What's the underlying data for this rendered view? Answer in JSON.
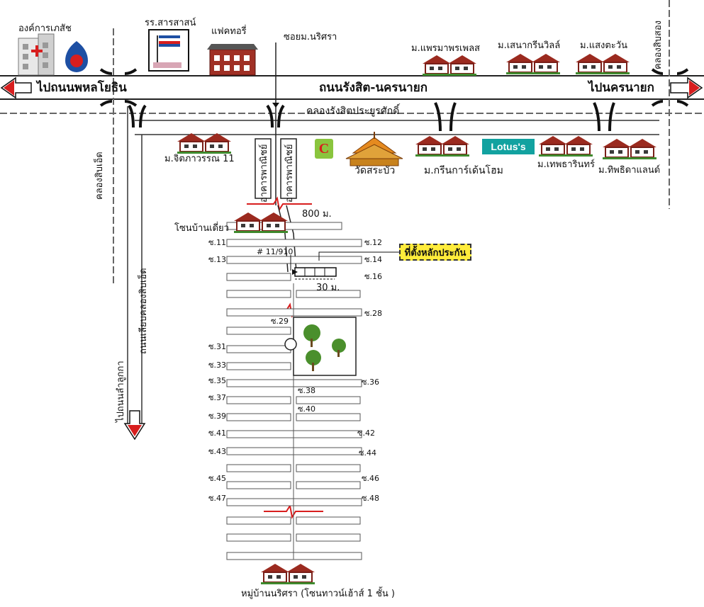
{
  "roads": {
    "main_road": "ถนนรังสิต-นครนายก",
    "to_left": "ไปถนนพหลโยธิน",
    "to_right": "ไปนครนายก",
    "canal_main": "คลองรังสิตประยูรศักดิ์",
    "soi": "ซอยม.นริศรา",
    "canal_left": "คลองสิบเอ็ด",
    "canal_right": "คลองสิบสอง",
    "parallel_road": "ถนนเลียบคลองสิบเอ็ด",
    "to_lamlukka": "ไปถนนลำลูกกา"
  },
  "places": {
    "sao": "องค์การเภสัช",
    "school": "รร.สารสาสน์",
    "factory": "แฟคทอรี่",
    "v_phraemaphon": "ม.แพรมาพรเพลส",
    "v_senagreen": "ม.เสนากรีนวิลล์",
    "v_saengtawan": "ม.แสงตะวัน",
    "v_jitpawan": "ม.จิตภาวรรณ 11",
    "bldg_commercial_1": "อาคารพาณิชย์",
    "bldg_commercial_2": "อาคารพาณิชย์",
    "temple": "วัดสระบัว",
    "v_greengarden": "ม.กรีนการ์เด้นโฮม",
    "lotus": "Lotus's",
    "v_thepthanin": "ม.เทพธารินทร์",
    "v_thipida": "ม.ทิพธิดาแลนด์",
    "zone_single": "โซนบ้านเดี่ยว",
    "distance_800": "800 ม.",
    "house_no": "# 11/910",
    "distance_30": "30 ม.",
    "collateral": "ที่ตั้งหลักประกัน",
    "village_bottom": "หมู่บ้านนริศรา (โซนทาวน์เฮ้าส์ 1 ชั้น )"
  },
  "sois": {
    "s11": "ซ.11",
    "s12": "ซ.12",
    "s13": "ซ.13",
    "s14": "ซ.14",
    "s16": "ซ.16",
    "s28": "ซ.28",
    "s29": "ซ.29",
    "s31": "ซ.31",
    "s33": "ซ.33",
    "s35": "ซ.35",
    "s36": "ซ.36",
    "s37": "ซ.37",
    "s38": "ซ.38",
    "s39": "ซ.39",
    "s40": "ซ.40",
    "s41": "ซ.41",
    "s42": "ซ.42",
    "s43": "ซ.43",
    "s44": "ซ.44",
    "s45": "ซ.45",
    "s46": "ซ.46",
    "s47": "ซ.47",
    "s48": "ซ.48"
  },
  "colors": {
    "arrow_red": "#d81e1e",
    "house_roof": "#9b2a1f",
    "lotus": "#12a2a0",
    "highlight": "#ffec3b"
  }
}
